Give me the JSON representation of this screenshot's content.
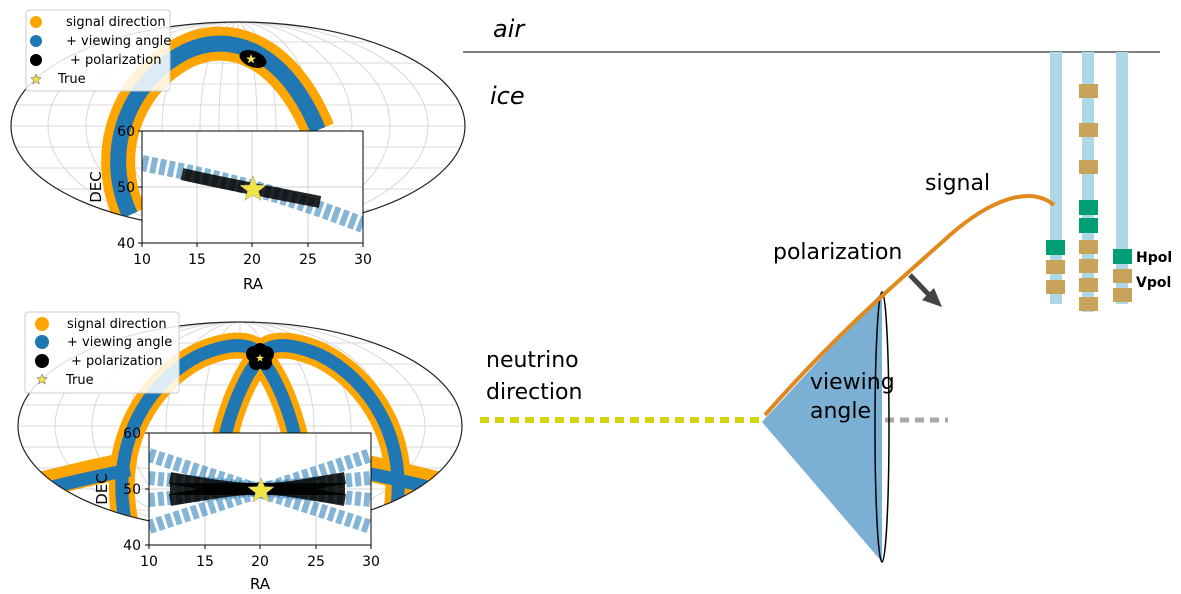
{
  "plots": [
    {
      "legend": {
        "signal_direction": "signal direction",
        "viewing_angle": "+ viewing angle",
        "polarization": "+ polarization",
        "true": "True"
      },
      "inset": {
        "xlabel": "RA",
        "ylabel": "DEC",
        "xticks": [
          "10",
          "15",
          "20",
          "25",
          "30"
        ],
        "yticks": [
          "40",
          "50",
          "60"
        ]
      }
    },
    {
      "legend": {
        "signal_direction": "signal direction",
        "viewing_angle": "+ viewing angle",
        "polarization": "+ polarization",
        "true": "True"
      },
      "inset": {
        "xlabel": "RA",
        "ylabel": "DEC",
        "xticks": [
          "10",
          "15",
          "20",
          "25",
          "30"
        ],
        "yticks": [
          "40",
          "50",
          "60"
        ]
      }
    }
  ],
  "diagram": {
    "air": "air",
    "ice": "ice",
    "signal": "signal",
    "polarization": "polarization",
    "neutrino_line1": "neutrino",
    "neutrino_line2": "direction",
    "viewing_line1": "viewing",
    "viewing_line2": "angle",
    "hpol": "Hpol",
    "vpol": "Vpol"
  },
  "colors": {
    "signal_direction": "#ffa500",
    "viewing_angle": "#1f77b4",
    "polarization": "#000000",
    "true_star": "#f0e442",
    "signal_curve": "#e08a1e",
    "cone": "#7bafd4",
    "string": "#add8e6",
    "hpol_antenna": "#009e73",
    "vpol_antenna": "#c8a45a",
    "neutrino_line": "#d4d40a"
  }
}
